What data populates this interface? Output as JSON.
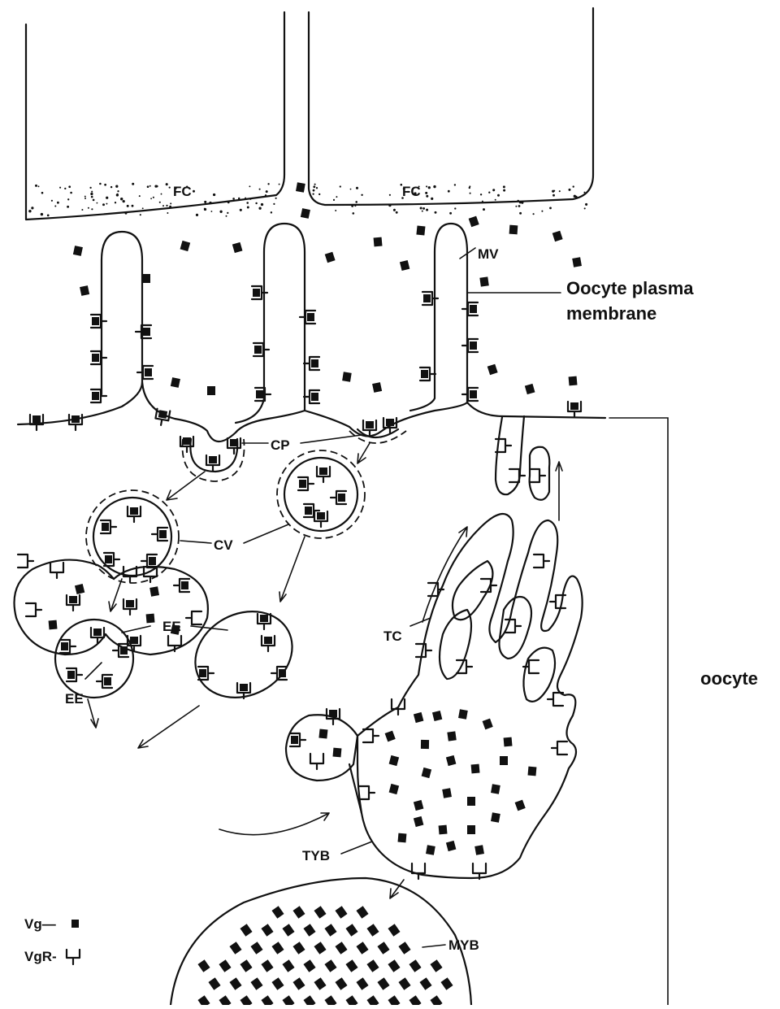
{
  "labels": {
    "fc_left": "FC",
    "fc_right": "FC",
    "mv": "MV",
    "plasma_membrane_line1": "Oocyte plasma",
    "plasma_membrane_line2": "membrane",
    "cp": "CP",
    "cv": "CV",
    "ee_top": "EE",
    "ee_bottom": "EE",
    "tc": "TC",
    "tyb": "TYB",
    "myb": "MYB",
    "oocyte": "oocyte"
  },
  "legend": {
    "vg_label": "Vg—",
    "vgr_label": "VgR-"
  }
}
